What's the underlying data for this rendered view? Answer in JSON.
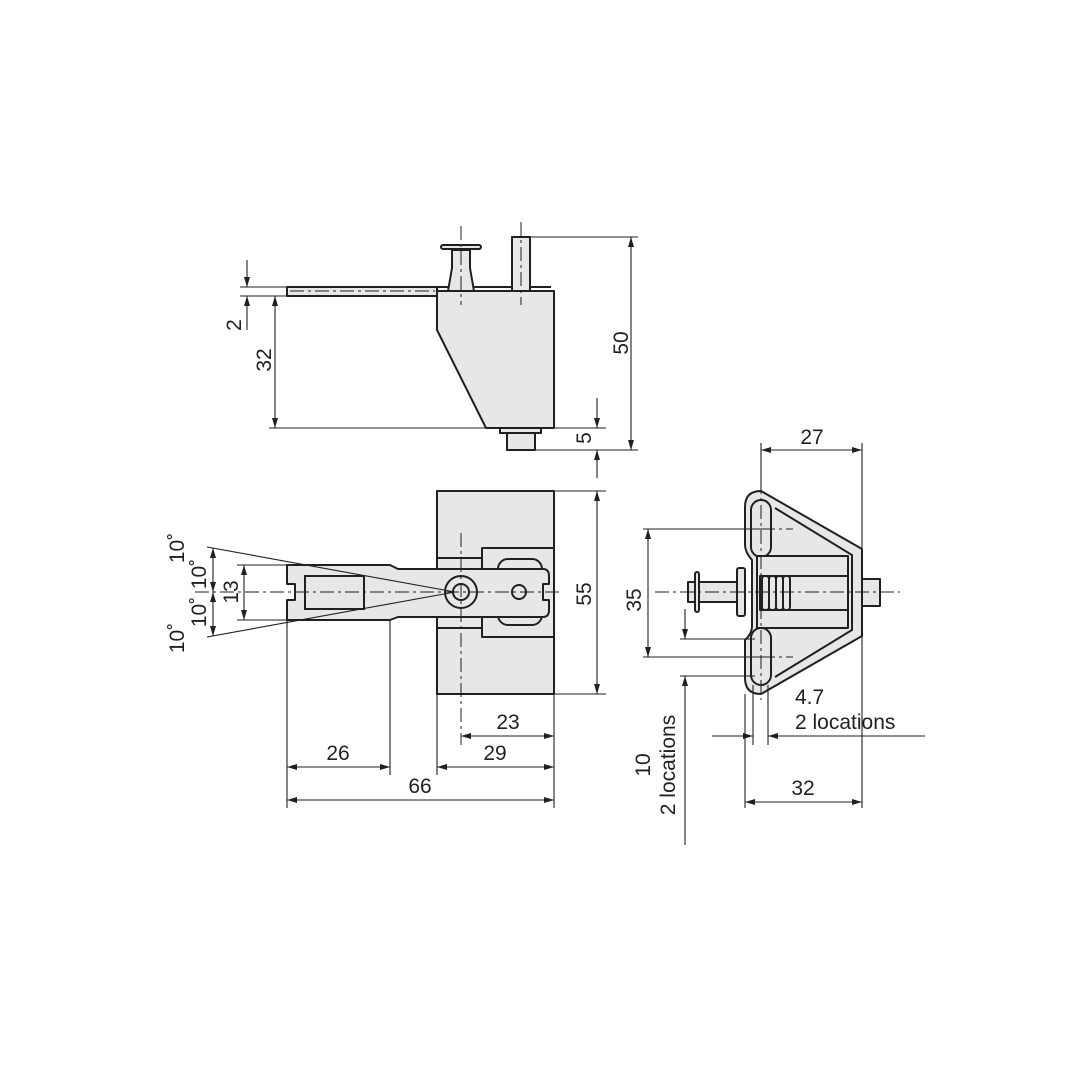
{
  "colors": {
    "line": "#231f20",
    "fill": "#e6e7e9",
    "background": "#ffffff"
  },
  "dimensions": {
    "side_view": {
      "thickness": "2",
      "height_32": "32",
      "height_50": "50",
      "boss": "5"
    },
    "front_view": {
      "angle_upper_a": "10˚",
      "angle_upper_b": "10˚",
      "angle_lower_a": "10˚",
      "angle_lower_b": "10˚",
      "arm_width": "13",
      "height_55": "55",
      "d23": "23",
      "d29": "29",
      "d26": "26",
      "d66": "66"
    },
    "end_view": {
      "d27": "27",
      "d35": "35",
      "slot_width": "4.7",
      "slot_width_note": "2 locations",
      "slot_length": "10",
      "slot_length_note": "2 locations",
      "d32": "32"
    }
  }
}
